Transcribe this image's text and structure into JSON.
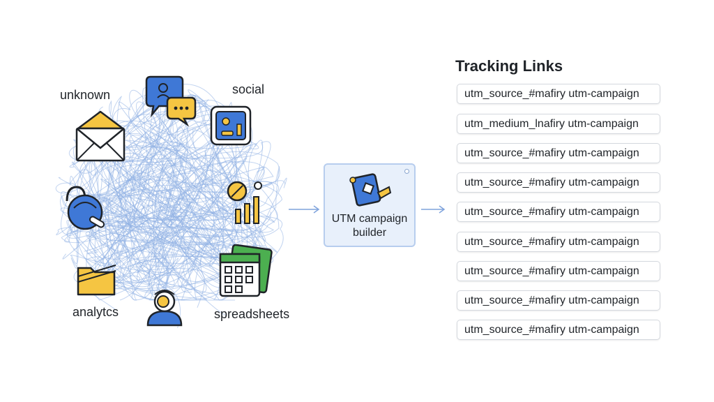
{
  "sources": {
    "unknown": "unknown",
    "social": "social",
    "analytics": "analytcs",
    "spreadsheets": "spreadsheets"
  },
  "builder": {
    "line1": "UTM campaign",
    "line2": "builder"
  },
  "tracking": {
    "title": "Tracking Links",
    "links": [
      "utm_source_#mafiry utm-campaign",
      "utm_medium_lnafiry utm-campaign",
      "utm_source_#mafiry utm-campaign",
      "utm_source_#mafiry utm-campaign",
      "utm_source_#mafiry utm-campaign",
      "utm_source_#mafiry utm-campaign",
      "utm_source_#mafiry utm-campaign",
      "utm_source_#mafiry utm-campaign",
      "utm_source_#mafiry utm-campaign"
    ]
  },
  "colors": {
    "tangle": "#8fb0e3",
    "blue": "#3f78d6",
    "yellow": "#f5c542",
    "green": "#4caf50",
    "builder_bg": "#e8f0fb",
    "arrow": "#7fa3dc"
  }
}
